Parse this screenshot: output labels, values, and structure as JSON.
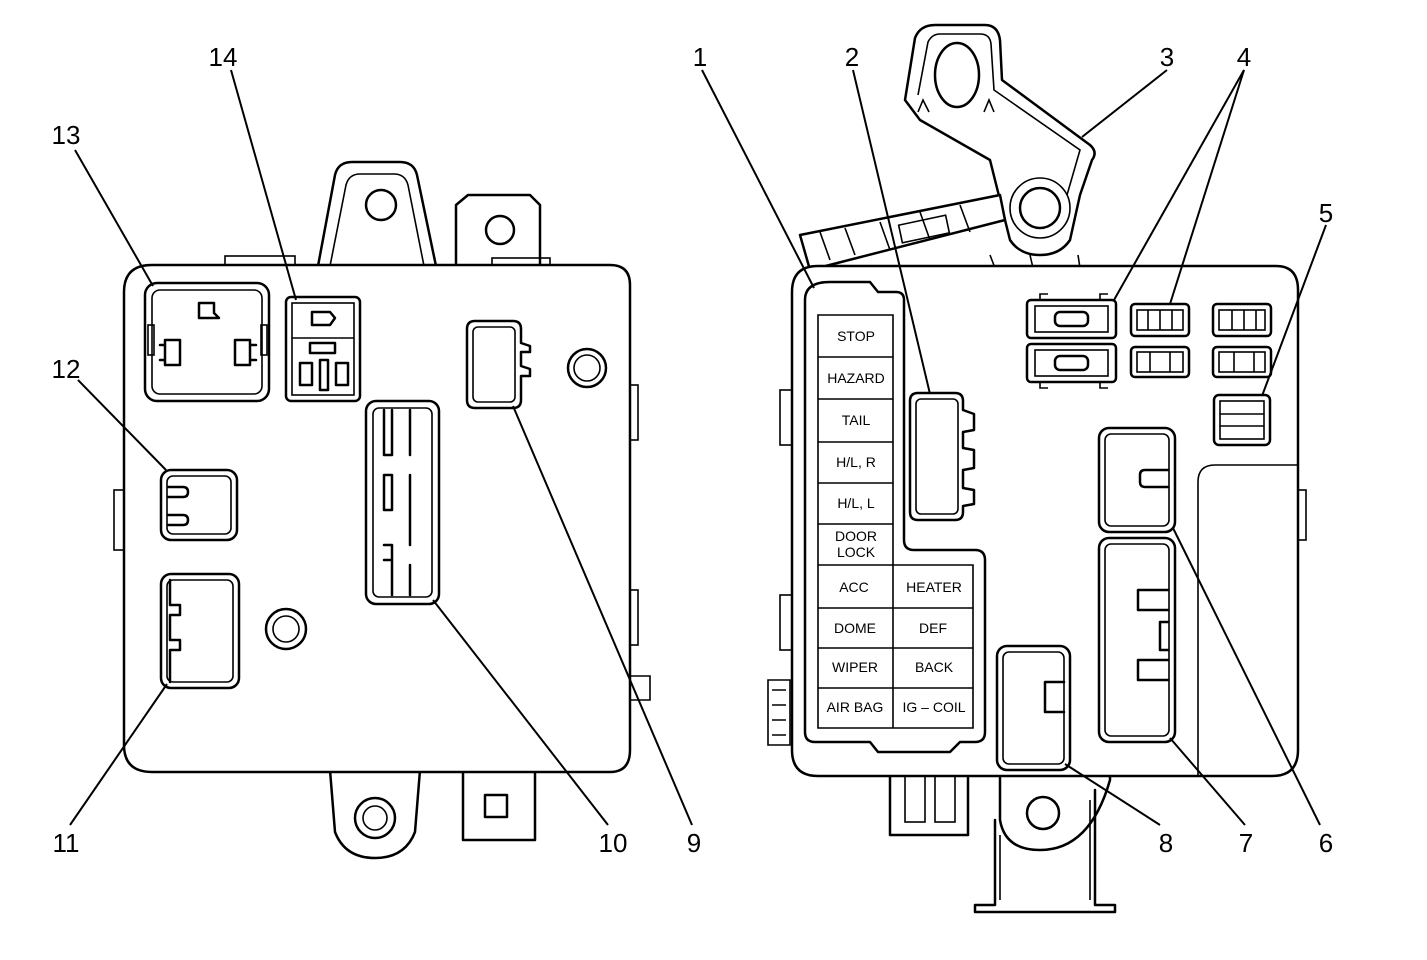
{
  "callouts": [
    "1",
    "2",
    "3",
    "4",
    "5",
    "6",
    "7",
    "8",
    "9",
    "10",
    "11",
    "12",
    "13",
    "14"
  ],
  "fuse_labels": {
    "stop": "STOP",
    "hazard": "HAZARD",
    "tail": "TAIL",
    "hl_r": "H/L, R",
    "hl_l": "H/L, L",
    "door_lock_1": "DOOR",
    "door_lock_2": "LOCK",
    "acc": "ACC",
    "heater": "HEATER",
    "dome": "DOME",
    "def": "DEF",
    "wiper": "WIPER",
    "back": "BACK",
    "air_bag": "AIR BAG",
    "ig_coil": "IG – COIL"
  }
}
